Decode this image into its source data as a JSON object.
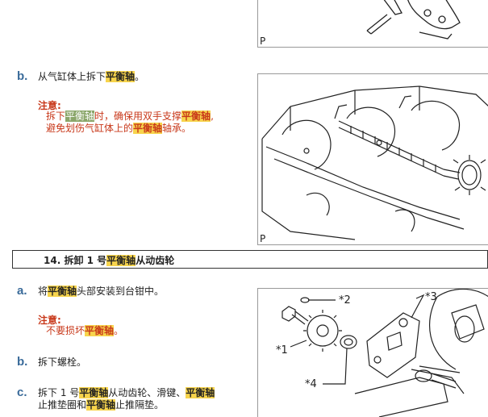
{
  "top_figure": {
    "label": "P"
  },
  "step_b1": {
    "letter": "b.",
    "text_pre": "从气缸体上拆下",
    "highlight": "平衡轴",
    "text_post": "。"
  },
  "note1": {
    "title": "注意:",
    "l1_a": "拆下",
    "l1_hl_green": "平衡轴",
    "l1_b": "时，确保用双手支撑",
    "l1_hl": "平衡轴",
    "l1_c": ",",
    "l2_a": "避免划伤气缸体上的",
    "l2_hl": "平衡轴",
    "l2_b": "轴承。"
  },
  "fig2": {
    "label": "P"
  },
  "section14": {
    "num": "14.",
    "pre": "拆卸 1 号",
    "hl": "平衡轴",
    "post": "从动齿轮"
  },
  "step_a": {
    "letter": "a.",
    "text_pre": "将",
    "hl": "平衡轴",
    "text_post": "头部安装到台钳中。"
  },
  "note2": {
    "title": "注意:",
    "body_pre": "不要损坏",
    "body_hl": "平衡轴",
    "body_post": "。"
  },
  "step_b2": {
    "letter": "b.",
    "text": "拆下螺栓。"
  },
  "step_c": {
    "letter": "c.",
    "l1_a": "拆下 1 号",
    "l1_hl1": "平衡轴",
    "l1_b": "从动齿轮、滑键、",
    "l1_hl2": "平衡轴",
    "l2_a": "止推垫圈和",
    "l2_hl": "平衡轴",
    "l2_b": "止推隔垫。"
  },
  "fig3": {
    "callouts": [
      "*1",
      "*2",
      "*3",
      "*4"
    ]
  }
}
